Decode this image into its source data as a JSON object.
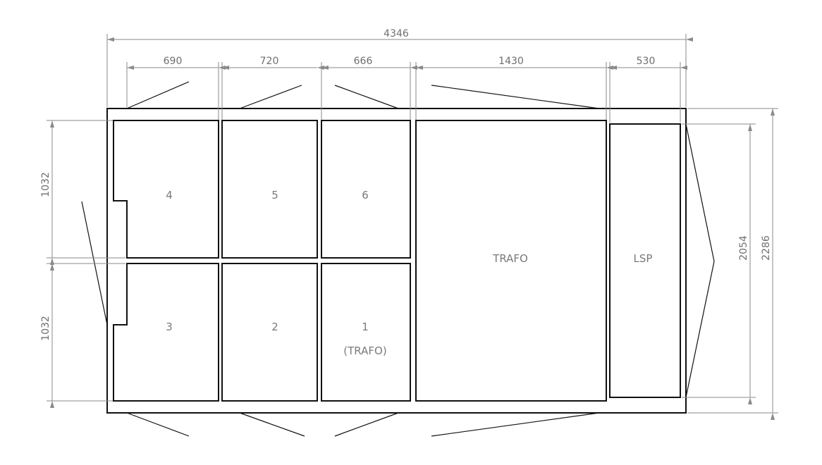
{
  "dimensions": {
    "overall_width": "4346",
    "col_1": "690",
    "col_2": "720",
    "col_3": "666",
    "col_4": "1430",
    "col_5": "530",
    "upper_row_height": "1032",
    "lower_row_height": "1032",
    "lsp_height": "2054",
    "overall_height": "2286"
  },
  "compartments": {
    "c4": "4",
    "c5": "5",
    "c6": "6",
    "c3": "3",
    "c2": "2",
    "c1": "1",
    "c1_sub": "(TRAFO)",
    "trafo": "TRAFO",
    "lsp": "LSP"
  }
}
